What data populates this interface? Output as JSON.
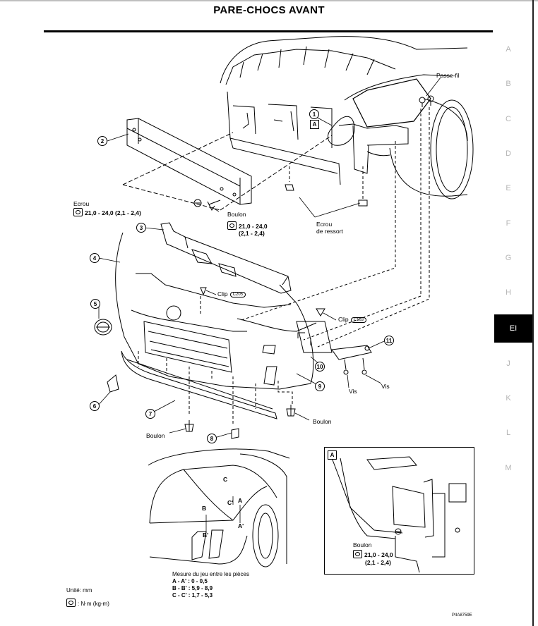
{
  "page": {
    "title": "PARE-CHOCS AVANT",
    "section_letters": [
      "A",
      "B",
      "C",
      "D",
      "E",
      "F",
      "G",
      "H",
      "EI",
      "J",
      "K",
      "L",
      "M"
    ],
    "active_section": "EI",
    "figure_code": "PIIA8759E"
  },
  "callouts": [
    "1",
    "2",
    "3",
    "4",
    "5",
    "6",
    "7",
    "8",
    "9",
    "10",
    "11"
  ],
  "view_ref": "A",
  "labels": {
    "passe_fil": "Passe-fil",
    "ecrou": "Ecrou",
    "ecrou_torque": "21,0 - 24,0  (2,1 - 2,4)",
    "boulon": "Boulon",
    "boulon_torque_1": "21,0 - 24,0",
    "boulon_torque_2": "(2,1 - 2,4)",
    "ecrou_ressort_1": "Ecrou",
    "ecrou_ressort_2": "de ressort",
    "clip": "Clip",
    "clip_code_1": "C205",
    "clip_code_2": "C103",
    "vis": "Vis",
    "boulon_bottom_left": "Boulon",
    "boulon_bottom_right": "Boulon"
  },
  "gap_view": {
    "markers": [
      "C",
      "C'",
      "A",
      "A'",
      "B",
      "B'"
    ],
    "heading": "Mesure du jeu entre les pièces",
    "rows": [
      "A - A' : 0 - 0,5",
      "B - B' : 5,9 - 8,9",
      "C - C' : 1,7 - 5,3"
    ]
  },
  "legend": {
    "unit": "Unité: mm",
    "torque_unit": ": N·m (kg-m)"
  },
  "inset": {
    "label": "Boulon",
    "torque_1": "21,0 - 24,0",
    "torque_2": "(2,1 - 2,4)"
  }
}
